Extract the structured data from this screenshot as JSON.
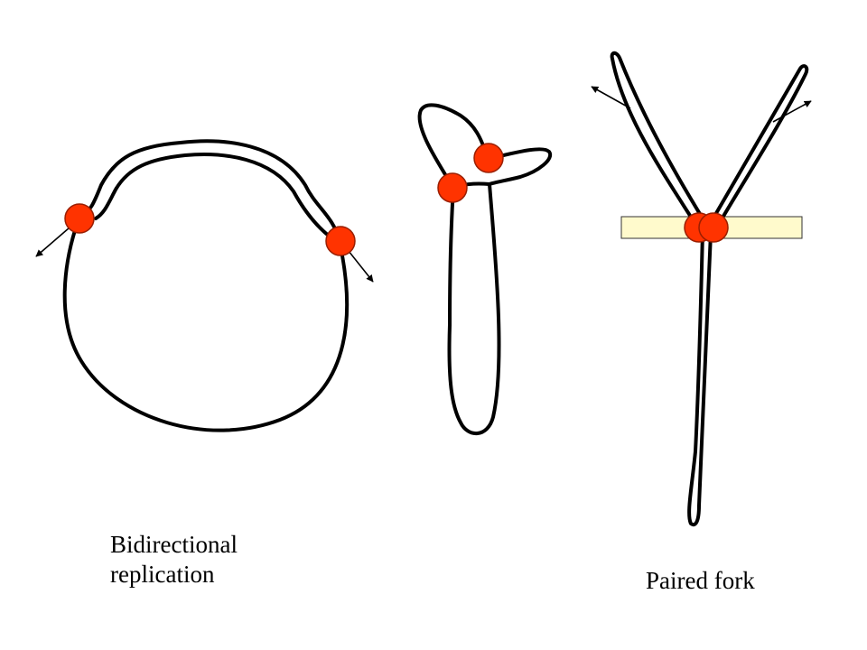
{
  "labels": {
    "bidirectional_line1": "Bidirectional",
    "bidirectional_line2": "replication",
    "paired_fork": "Paired fork"
  },
  "colors": {
    "strand": "#000000",
    "fork": "#ff3300",
    "fork_outline": "#9a1e00",
    "bar_fill": "#fffacc",
    "bar_stroke": "#333333"
  },
  "icons": {
    "fork": "red-circle",
    "direction": "arrow"
  }
}
